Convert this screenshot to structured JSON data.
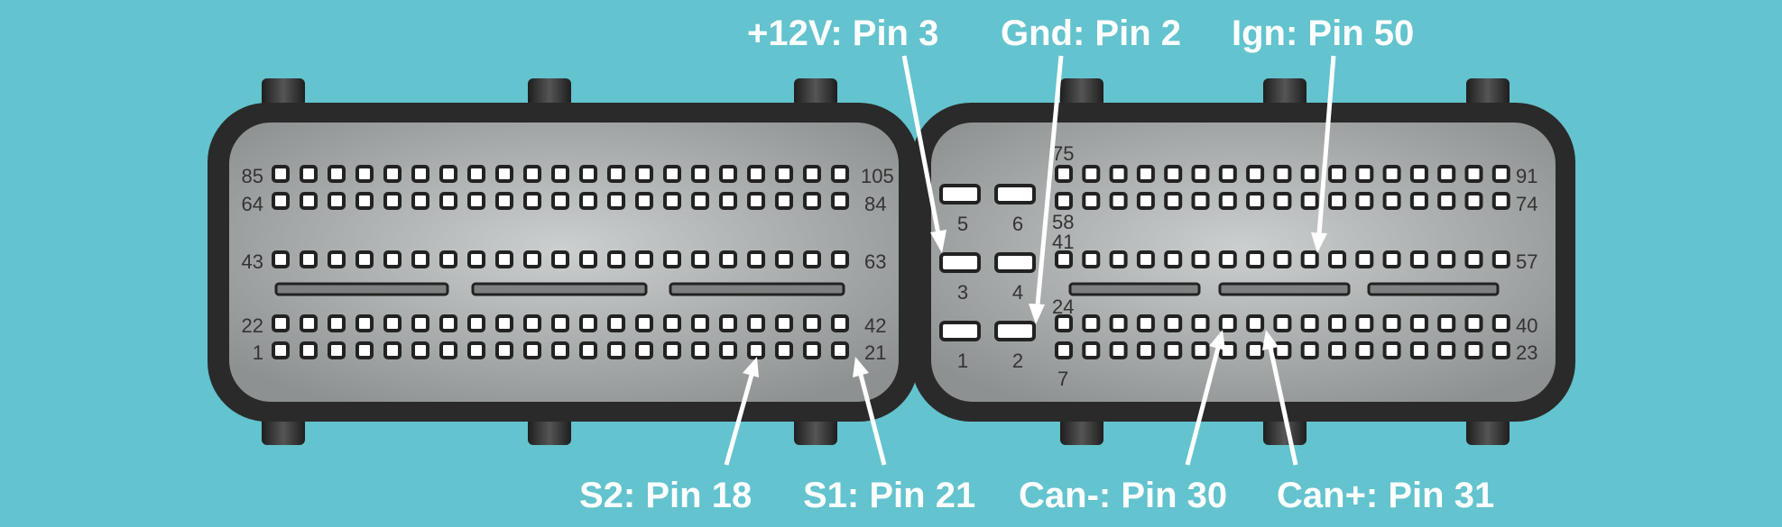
{
  "colors": {
    "background": "#63c3ce",
    "housing": "#2a2a2a",
    "face_light": "#cbcfcf",
    "face_dark": "#8e9192",
    "pin_fill": "#ffffff",
    "pin_border": "#222222",
    "callout": "#ffffff"
  },
  "left_connector": {
    "row_labels": {
      "row1_left": "85",
      "row1_right": "105",
      "row2_left": "64",
      "row2_right": "84",
      "row3_left": "43",
      "row3_right": "63",
      "row4_left": "22",
      "row4_right": "42",
      "row5_left": "1",
      "row5_right": "21"
    },
    "pins_per_row": 21
  },
  "right_connector": {
    "big_pins": [
      "5",
      "6",
      "3",
      "4",
      "1",
      "2"
    ],
    "row_labels": {
      "row1_left": "75",
      "row1_right": "91",
      "row2_left": "58",
      "row2_right": "74",
      "row3_left": "41",
      "row3_right": "57",
      "row4_left": "24",
      "row4_right": "40",
      "row5_left": "7",
      "row5_right": "23"
    },
    "pins_per_row": 17
  },
  "callouts": {
    "plus12v": "+12V: Pin 3",
    "gnd": "Gnd: Pin 2",
    "ign": "Ign: Pin 50",
    "s2": "S2: Pin 18",
    "s1": "S1: Pin 21",
    "can_minus": "Can-: Pin 30",
    "can_plus": "Can+: Pin 31"
  }
}
